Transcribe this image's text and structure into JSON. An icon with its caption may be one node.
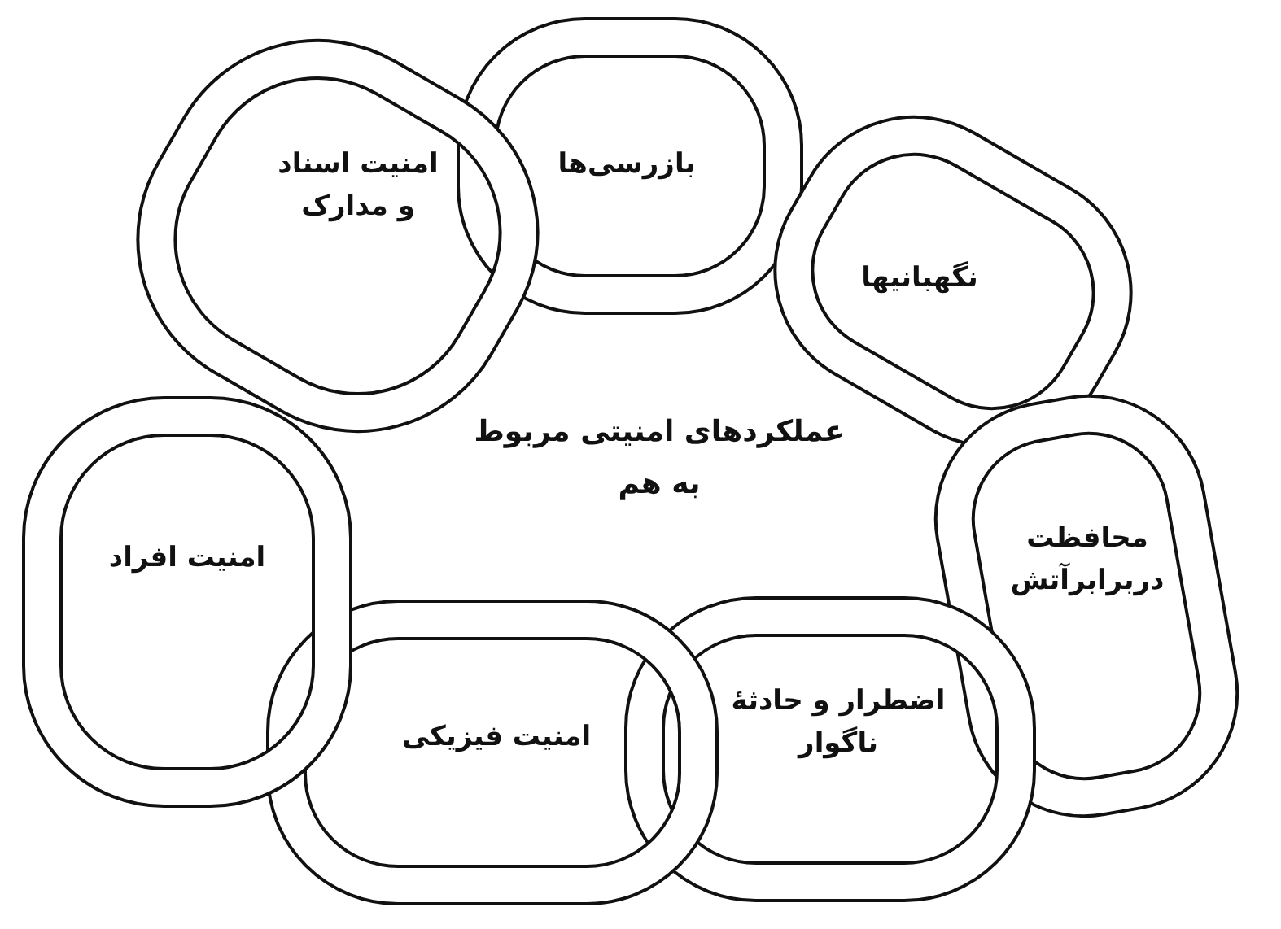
{
  "diagram": {
    "nodes": [
      {
        "text": [
          "بازرسی‌ها"
        ]
      },
      {
        "text": [
          "نگهبانیها"
        ]
      },
      {
        "text": [
          "محافظت دربرابرآتش"
        ]
      },
      {
        "text": [
          "اضطرار و حادثهٔ ناگوار"
        ]
      },
      {
        "text": [
          "امنیت فیزیکی"
        ]
      },
      {
        "text": [
          "امنیت افراد"
        ]
      },
      {
        "text": [
          "امنیت اسناد و مدارک"
        ]
      }
    ],
    "labels": [
      "عملکردهای امنیتی مربوط به هم"
    ]
  }
}
